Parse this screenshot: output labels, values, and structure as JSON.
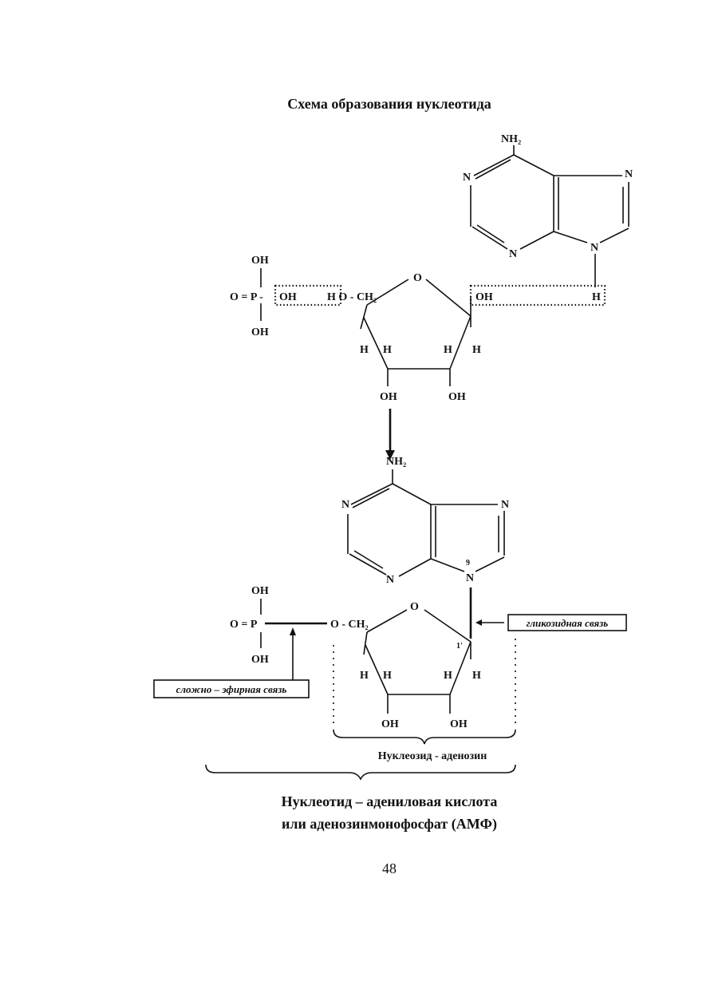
{
  "title": "Схема образования нуклеотида",
  "labels": {
    "nh2": "NH₂",
    "n": "N",
    "o": "O",
    "oh": "OH",
    "h": "H",
    "p_left": "O = P -",
    "p_left_bottom": "O = P",
    "ho_ch2": "H O - CH₂",
    "o_ch2": "O - CH₂",
    "n9_number": "9",
    "c1_number": "1'"
  },
  "annotations": {
    "glycosidic_bond": "гликозидная связь",
    "ester_bond": "сложно – эфирная связь",
    "nucleoside": "Нуклеозид - аденозин",
    "nucleotide_line1": "Нуклеотид – адениловая кислота",
    "nucleotide_line2": "или аденозинмонофосфат (АМФ)"
  },
  "page_number": "48"
}
